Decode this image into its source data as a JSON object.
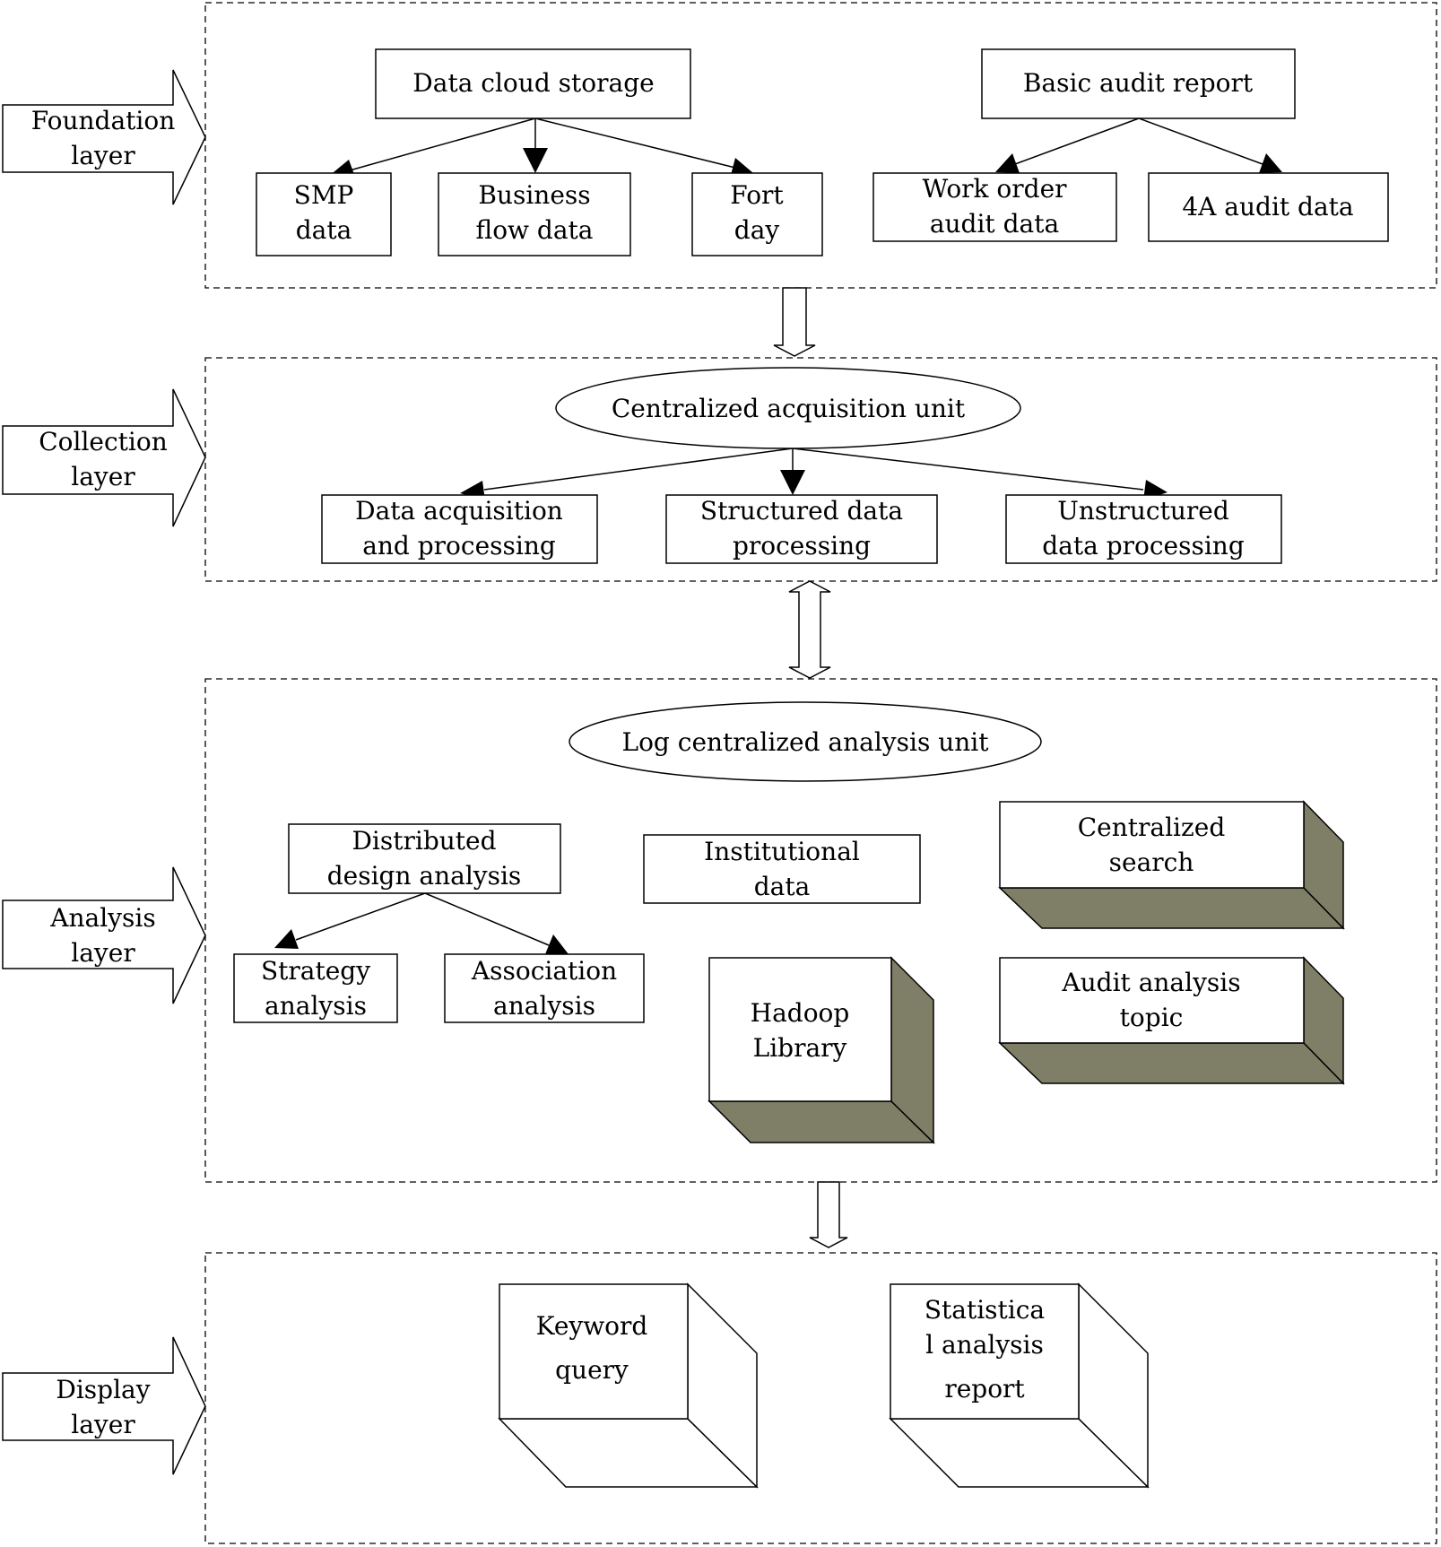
{
  "colors": {
    "background": "#ffffff",
    "stroke": "#000000",
    "cube_shade": "#7f7f67"
  },
  "layers": {
    "foundation": [
      "Foundation",
      "layer"
    ],
    "collection": [
      "Collection",
      "layer"
    ],
    "analysis": [
      "Analysis",
      "layer"
    ],
    "display": [
      "Display",
      "layer"
    ]
  },
  "foundation": {
    "data_cloud_storage": [
      "Data cloud storage"
    ],
    "smp_data": [
      "SMP",
      "data"
    ],
    "business_flow_data": [
      "Business",
      "flow data"
    ],
    "fort_day": [
      "Fort",
      "day"
    ],
    "basic_audit_report": [
      "Basic audit report"
    ],
    "work_order_audit_data": [
      "Work order",
      "audit data"
    ],
    "audit_4a_data": [
      "4A audit data"
    ]
  },
  "collection": {
    "centralized_acquisition_unit": [
      "Centralized acquisition unit"
    ],
    "data_acquisition_processing": [
      "Data acquisition",
      "and processing"
    ],
    "structured_data_processing": [
      "Structured data",
      "processing"
    ],
    "unstructured_data_processing": [
      "Unstructured",
      "data processing"
    ]
  },
  "analysis": {
    "log_centralized_analysis_unit": [
      "Log centralized analysis unit"
    ],
    "distributed_design_analysis": [
      "Distributed",
      "design analysis"
    ],
    "strategy_analysis": [
      "Strategy",
      "analysis"
    ],
    "association_analysis": [
      "Association",
      "analysis"
    ],
    "institutional_data": [
      "Institutional",
      "data"
    ],
    "centralized_search": [
      "Centralized",
      "search"
    ],
    "hadoop_library": [
      "Hadoop",
      "Library"
    ],
    "audit_analysis_topic": [
      "Audit analysis",
      "topic"
    ]
  },
  "display": {
    "keyword_query": [
      "Keyword",
      "query"
    ],
    "statistical_analysis_report": [
      "Statistica",
      "l analysis",
      "report"
    ]
  }
}
